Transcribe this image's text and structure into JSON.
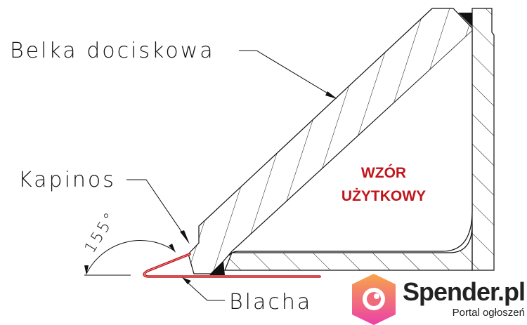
{
  "labels": {
    "beam": "Belka dociskowa",
    "drip": "Kapinos",
    "angle": "155°",
    "sheet": "Blacha"
  },
  "watermark_text": [
    "WZÓR",
    "UŻYTKOWY"
  ],
  "logo": {
    "name": "Spender.pl",
    "tagline": "Portal ogłoszeń"
  },
  "colors": {
    "sheet": "#c0161b",
    "watermark": "#c0161b",
    "logo_top": "#f7a64a",
    "logo_bottom": "#ec3fa8"
  }
}
